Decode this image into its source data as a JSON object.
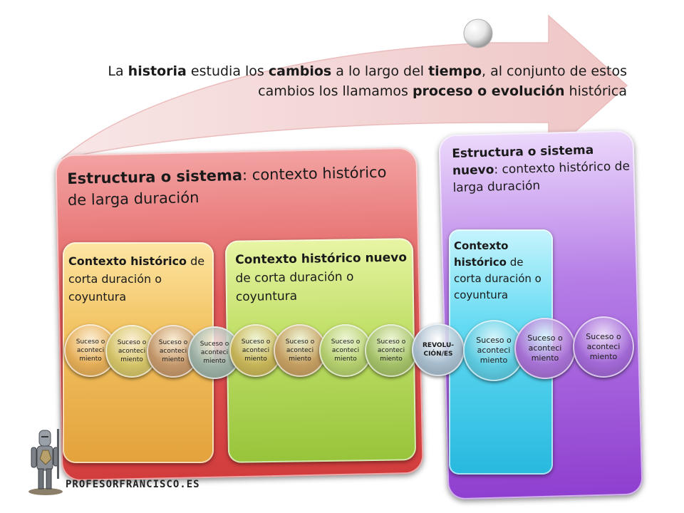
{
  "heading": {
    "parts": [
      {
        "text": "La ",
        "bold": false
      },
      {
        "text": "historia",
        "bold": true
      },
      {
        "text": " estudia los ",
        "bold": false
      },
      {
        "text": "cambios",
        "bold": true
      },
      {
        "text": " a lo largo del ",
        "bold": false
      },
      {
        "text": "tiempo",
        "bold": true
      },
      {
        "text": ", al conjunto de estos cambios los llamamos ",
        "bold": false
      },
      {
        "text": "proceso o evolución",
        "bold": true
      },
      {
        "text": " histórica",
        "bold": false
      }
    ]
  },
  "boxes": {
    "structure_old": {
      "title_bold": "Estructura o sistema",
      "title_rest": ": contexto histórico de larga duración",
      "color": "#d94a4a"
    },
    "context_short": {
      "title_bold": "Contexto histórico",
      "title_rest": " de corta duración o coyuntura",
      "color": "#efb556"
    },
    "context_new": {
      "title_bold": "Contexto histórico nuevo",
      "title_rest": " de corta duración o coyuntura",
      "color": "#b5d655"
    },
    "structure_new": {
      "title_bold": "Estructura o sistema nuevo",
      "title_rest": ": contexto histórico de larga duración",
      "color": "#a665dd"
    },
    "context_new_short": {
      "title_bold": "Contexto histórico",
      "title_rest": " de corta duración o coyuntura",
      "color": "#45c8e9"
    }
  },
  "events": [
    {
      "label": "Suceso o aconteci miento",
      "color": "#e8b15a"
    },
    {
      "label": "Suceso o aconteci miento",
      "color": "#d7c76a"
    },
    {
      "label": "Suceso o aconteci miento",
      "color": "#c79a6c"
    },
    {
      "label": "Suceso o aconteci miento",
      "color": "#9fb4a8"
    },
    {
      "label": "Suceso o aconteci miento",
      "color": "#cbb85a"
    },
    {
      "label": "Suceso o aconteci miento",
      "color": "#c8a264"
    },
    {
      "label": "Suceso o aconteci miento",
      "color": "#b7d270"
    },
    {
      "label": "Suceso o aconteci miento",
      "color": "#a7c46a"
    },
    {
      "label": "REVOLU-CIÓN/ES",
      "color": "#a9bfd0",
      "revolution": true
    },
    {
      "label": "Suceso o aconteci miento",
      "color": "#5fcde3"
    },
    {
      "label": "Suceso o aconteci miento",
      "color": "#a872d6"
    },
    {
      "label": "Suceso o aconteci miento",
      "color": "#a46ad8"
    }
  ],
  "logo": {
    "text": "PROFESORFRANCISCO.ES"
  },
  "colors": {
    "arrow": "#f2cfcf",
    "arrow_edge": "#e3aaaa"
  }
}
